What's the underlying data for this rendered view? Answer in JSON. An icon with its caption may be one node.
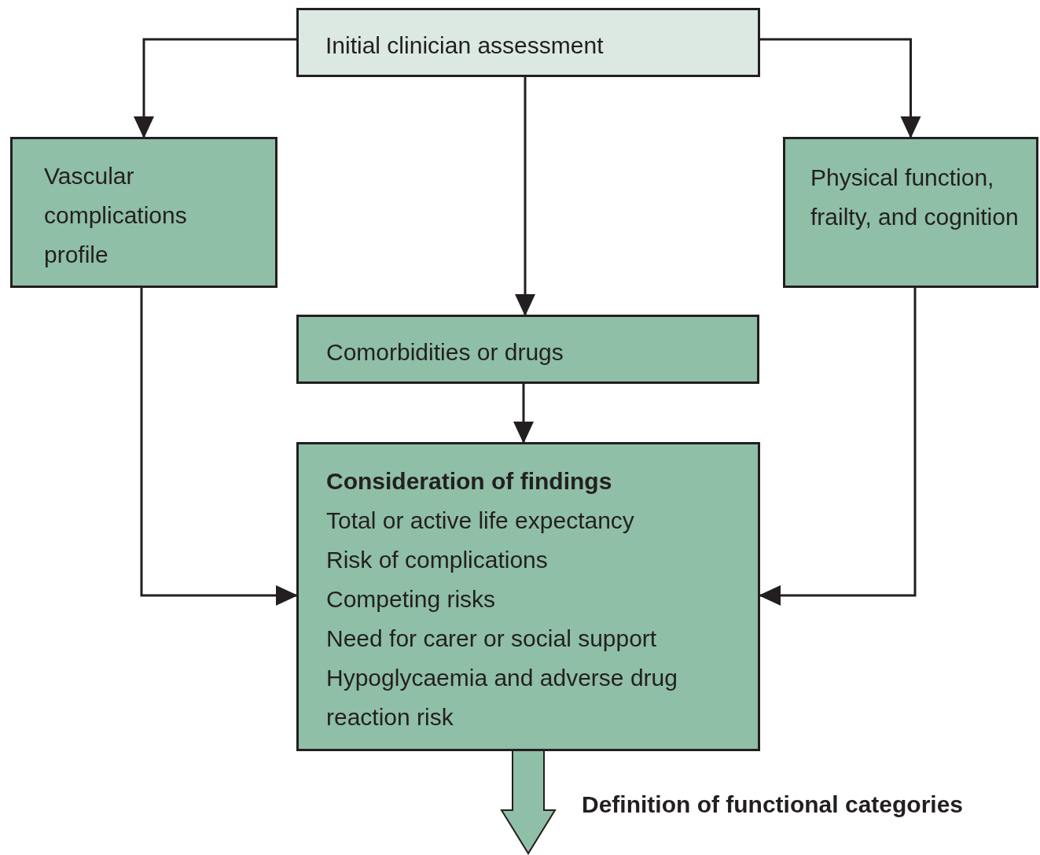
{
  "diagram": {
    "nodes": [
      {
        "text": [
          "Initial clinician assessment"
        ]
      },
      {
        "text": [
          "Vascular complications profile"
        ]
      },
      {
        "text": [
          "Physical function, frailty, and cognition"
        ]
      },
      {
        "text": [
          "Comorbidities or drugs"
        ]
      },
      {
        "text": [
          "Consideration of findings",
          "Total or active life expectancy",
          "Risk of complications",
          "Competing risks",
          "Need for carer or social support",
          "Hypoglycaemia and adverse drug reaction risk"
        ]
      }
    ],
    "edges": [
      {
        "from": 0,
        "to": 1,
        "arrow": "to"
      },
      {
        "from": 0,
        "to": 2,
        "arrow": "to"
      },
      {
        "from": 0,
        "to": 3,
        "arrow": "to"
      },
      {
        "from": 3,
        "to": 4,
        "arrow": "to"
      },
      {
        "from": 1,
        "to": 4,
        "arrow": "to"
      },
      {
        "from": 2,
        "to": 4,
        "arrow": "to"
      },
      {
        "from": 4,
        "to": null,
        "arrow": "to",
        "label": "Definition of functional categories",
        "style": "thick",
        "color": "#8fbfa6"
      }
    ]
  }
}
